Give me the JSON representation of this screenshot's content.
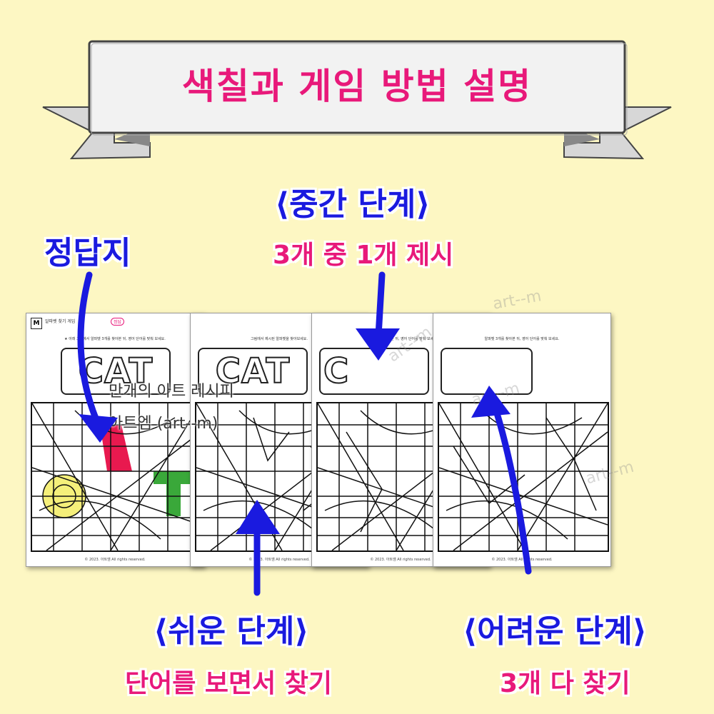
{
  "banner": {
    "title": "색칠과 게임 방법 설명"
  },
  "labels": {
    "answer": "정답지",
    "middle_title": "⟨중간 단계⟩",
    "middle_sub": "3개 중 1개 제시",
    "easy_title": "⟨쉬운 단계⟩",
    "easy_sub": "단어를 보면서 찾기",
    "hard_title": "⟨어려운 단계⟩",
    "hard_sub": "3개 다 찾기"
  },
  "sheets": [
    {
      "header": "알파벳 찾기 게임",
      "badge": "정답",
      "instruction": "★ 아래 그림에서 알파벳 3개를 찾아본 뒤, 영어 단어를 맞춰 보세요.",
      "word": "CAT",
      "footer": "© 2023. 아트엠 All rights reserved."
    },
    {
      "header": "",
      "badge": "",
      "instruction": "그림에서 제시된 알파벳을 찾아보세요.",
      "word": "CAT",
      "footer": "© 2023. 아트엠 All rights reserved."
    },
    {
      "header": "",
      "badge": "",
      "instruction": "알파벳 3개를 찾아본 뒤, 영어 단어를 맞춰 보세요.",
      "word": "C",
      "footer": "© 2023. 아트엠 All rights reserved."
    },
    {
      "header": "",
      "badge": "",
      "instruction": "알파벳 3개를 찾아본 뒤, 영어 단어를 맞춰 보세요.",
      "word": "",
      "footer": "© 2023. 아트엠 All rights reserved."
    }
  ],
  "overlay": {
    "line1": "만개의 아트 레시피",
    "line2": "아트엠 (art--m)"
  },
  "watermark": "art--m",
  "colors": {
    "title_pink": "#e8197a",
    "label_blue": "#1a1adf",
    "background": "#fdf7c3",
    "letter_red": "#e8194f",
    "letter_yellow": "#f5ef7a",
    "letter_green": "#3aa83a"
  }
}
